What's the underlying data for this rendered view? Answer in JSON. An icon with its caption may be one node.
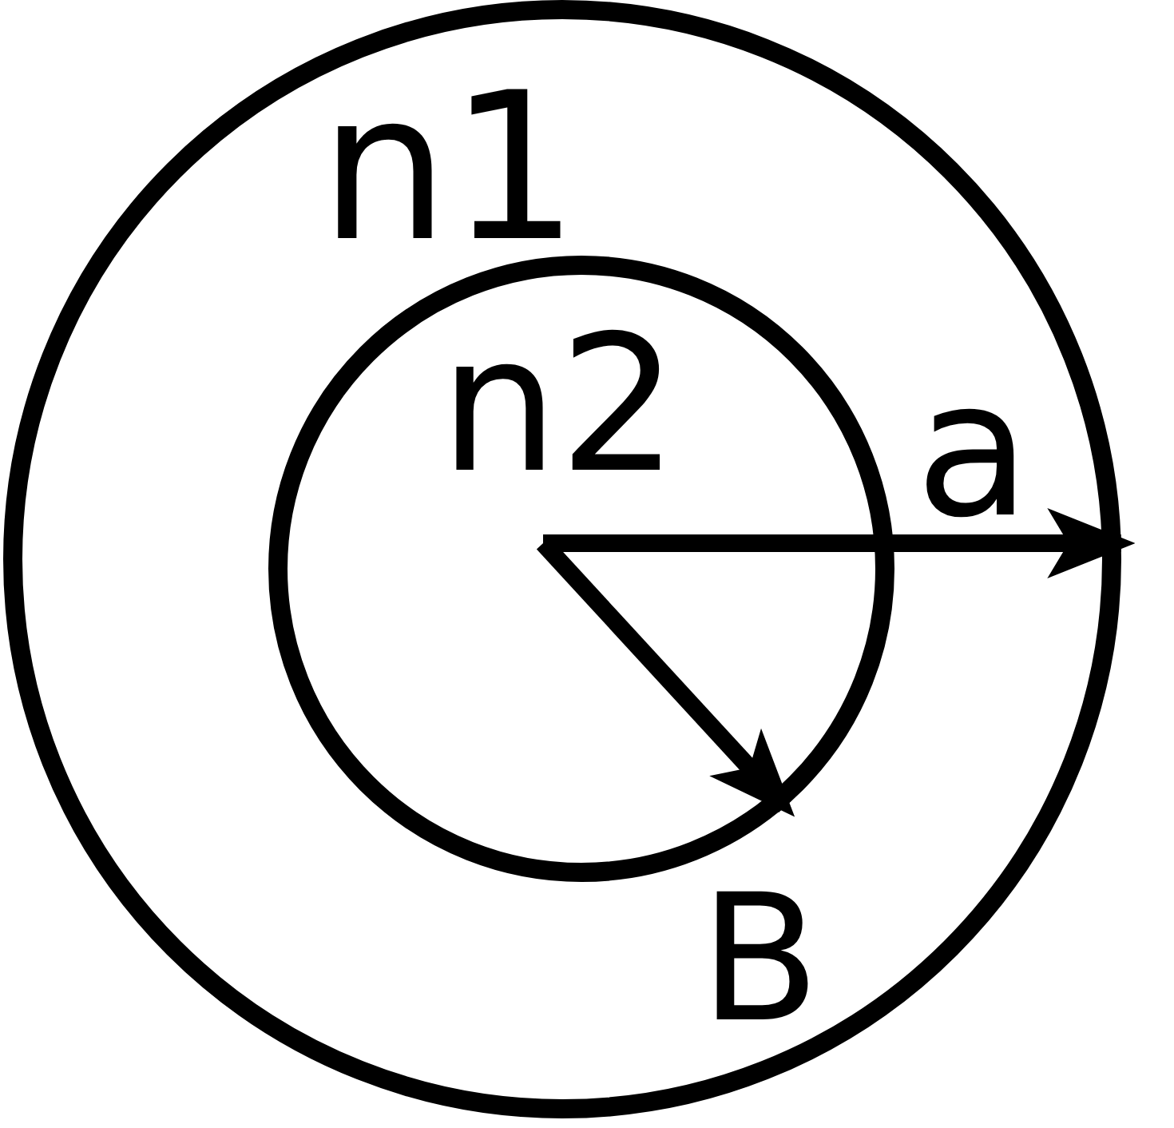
{
  "diagram": {
    "nodes": [
      {
        "text": [
          "n1"
        ]
      },
      {
        "text": [
          "n2"
        ],
        "in": 0
      }
    ],
    "edges": [
      {
        "from": 1,
        "to": 0,
        "arrow": "to",
        "label": "a"
      },
      {
        "from": null,
        "to": 1,
        "arrow": "to",
        "label": "B"
      }
    ]
  }
}
